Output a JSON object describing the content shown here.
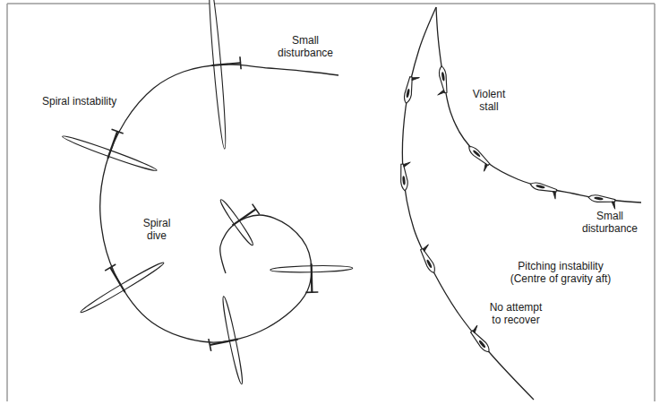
{
  "diagram": {
    "labels": [
      "Spiral instability",
      "Small disturbance",
      "Spiral dive",
      "Violent stall",
      "Small disturbance",
      "Pitching instability (Centre of gravity aft)",
      "No attempt to recover"
    ]
  }
}
